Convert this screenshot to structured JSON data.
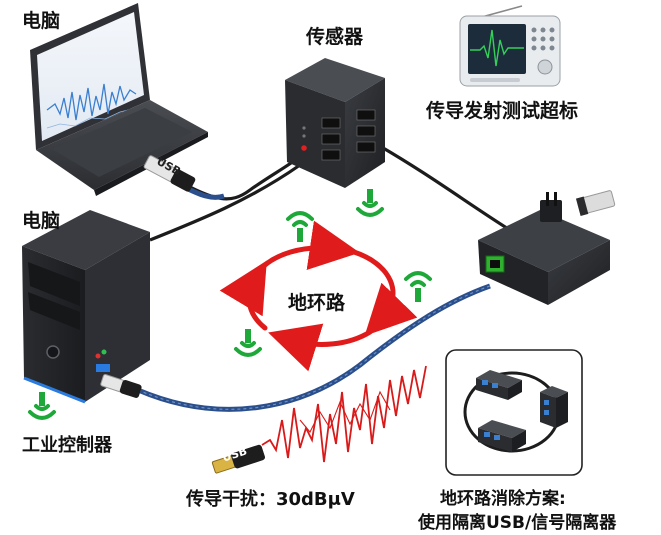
{
  "labels": {
    "laptop": "电脑",
    "sensor": "传感器",
    "emi": "传导发射测试超标",
    "pc": "电脑",
    "ground_loop": "地环路",
    "controller": "工业控制器",
    "interference": "传导干扰：30dBμV",
    "solution_line1": "地环路消除方案:",
    "solution_line2": "使用隔离USB/信号隔离器",
    "usb_tag": "USB",
    "usb_plug_tag": "USB"
  },
  "icons": [
    "laptop-icon",
    "server-tower-icon",
    "sensor-hub-icon",
    "spectrum-analyzer-icon",
    "usb-isolator-icon",
    "wifi-signal-icon",
    "ground-loop-arrows-icon",
    "noise-waveform-icon",
    "usb-plug-icon"
  ],
  "colors": {
    "loop_arrow": "#e01b1b",
    "signal_icon": "#1fa83a",
    "cable": "#2a4f8c",
    "noise": "#d81a1a",
    "isolator_port": "#2fb12f",
    "pc_led_blue": "#2a7be0"
  }
}
